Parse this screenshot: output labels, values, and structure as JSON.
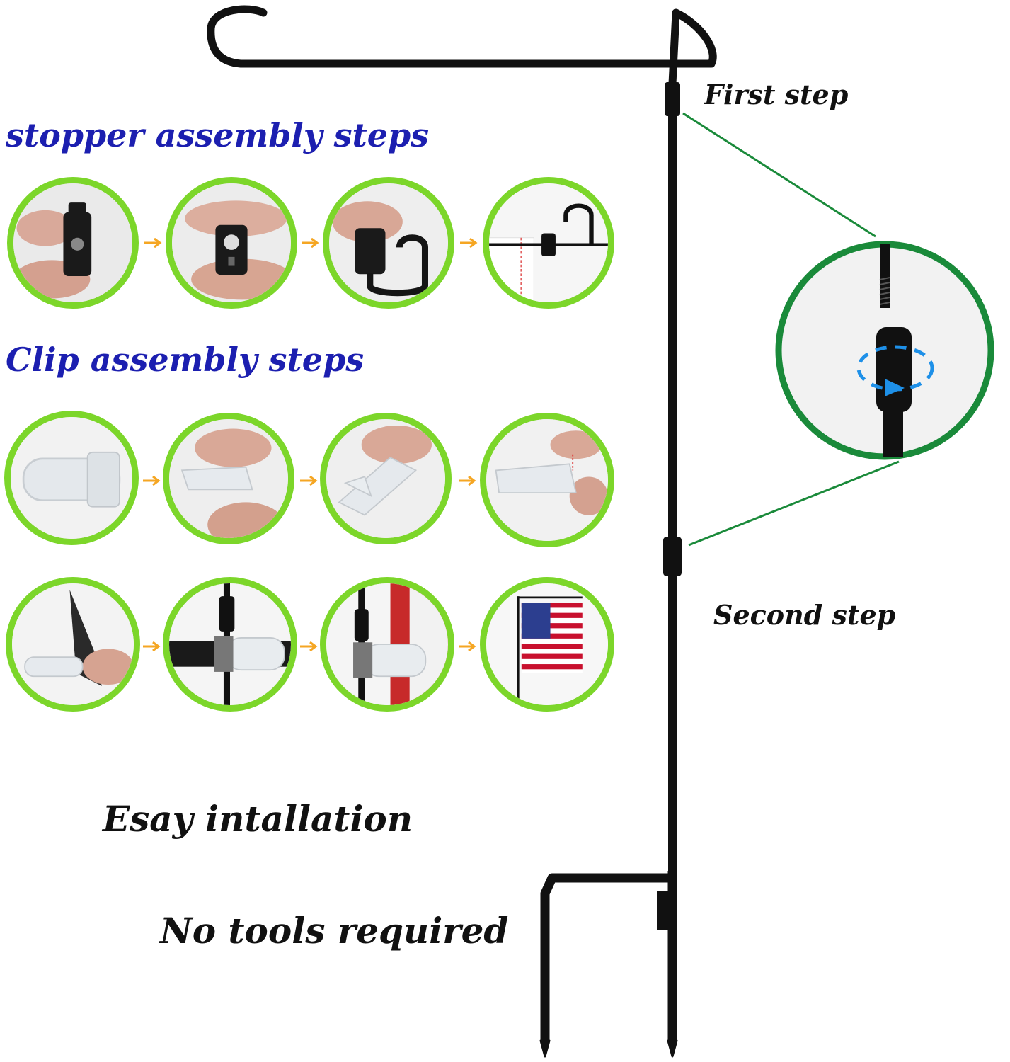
{
  "headings": {
    "stopper": "stopper assembly steps",
    "clip": "Clip assembly steps",
    "first_step": "First step",
    "second_step": "Second step",
    "easy": "Esay intallation",
    "no_tools": "No tools required"
  },
  "colors": {
    "circle_border": "#7cd62a",
    "heading_blue": "#1c1fb0",
    "arrow_orange": "#f5a623",
    "callout_green": "#1a8a3a",
    "rotate_blue": "#1e90e8",
    "pole_black": "#111111"
  },
  "icons": {
    "step_arrow": "chevron-right-icon",
    "rotation": "rotate-icon"
  }
}
